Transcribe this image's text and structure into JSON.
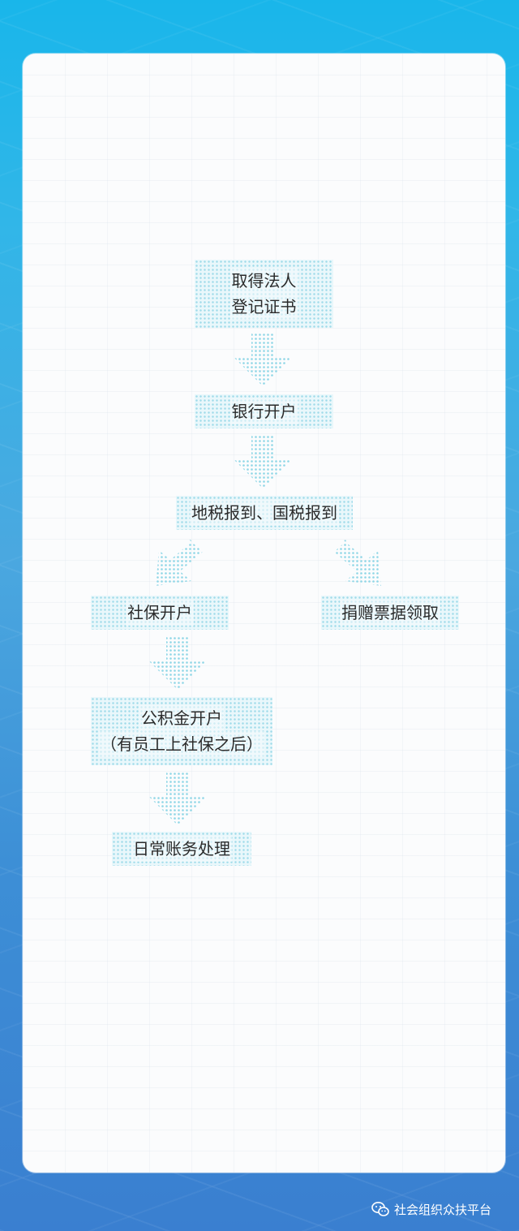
{
  "flow": {
    "step1": {
      "line1": "取得法人",
      "line2": "登记证书"
    },
    "step2": "银行开户",
    "step3": "地税报到、国税报到",
    "step4a": "社保开户",
    "step4b": "捐赠票据领取",
    "step5": {
      "line1": "公积金开户",
      "line2": "（有员工上社保之后）"
    },
    "step6": "日常账务处理"
  },
  "footer": {
    "icon": "wechat-icon",
    "account_name": "社会组织众扶平台"
  },
  "colors": {
    "background_top": "#19b6ea",
    "background_bottom": "#3a7fd0",
    "node_dots": "#9fdbe9",
    "arrow_dots": "#8fd6e6"
  }
}
